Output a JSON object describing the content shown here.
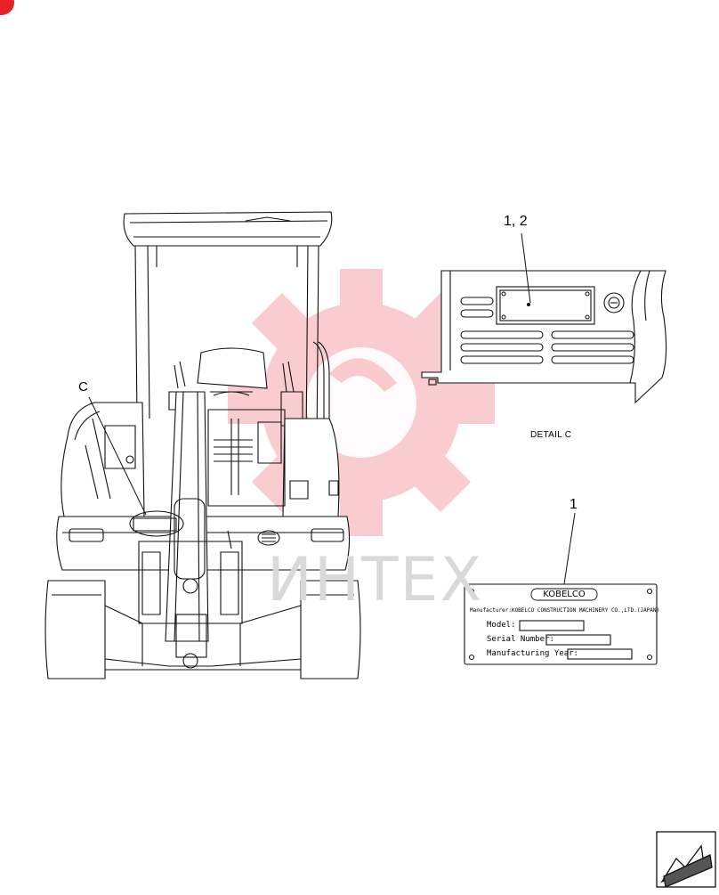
{
  "callouts": {
    "detail_ref": "C",
    "parts": "1, 2",
    "part_one": "1"
  },
  "detail": {
    "caption": "DETAIL C"
  },
  "nameplate": {
    "brand": "KOBELCO",
    "manufacturer_line": "Manufacturer:KOBELCO CONSTRUCTION MACHINERY CO.,LTD.(JAPAN)",
    "model_label": "Model:",
    "serial_label": "Serial Number:",
    "year_label": "Manufacturing Year:"
  },
  "watermark": {
    "text": "ИНТЕХ",
    "color": "#e8202a"
  }
}
